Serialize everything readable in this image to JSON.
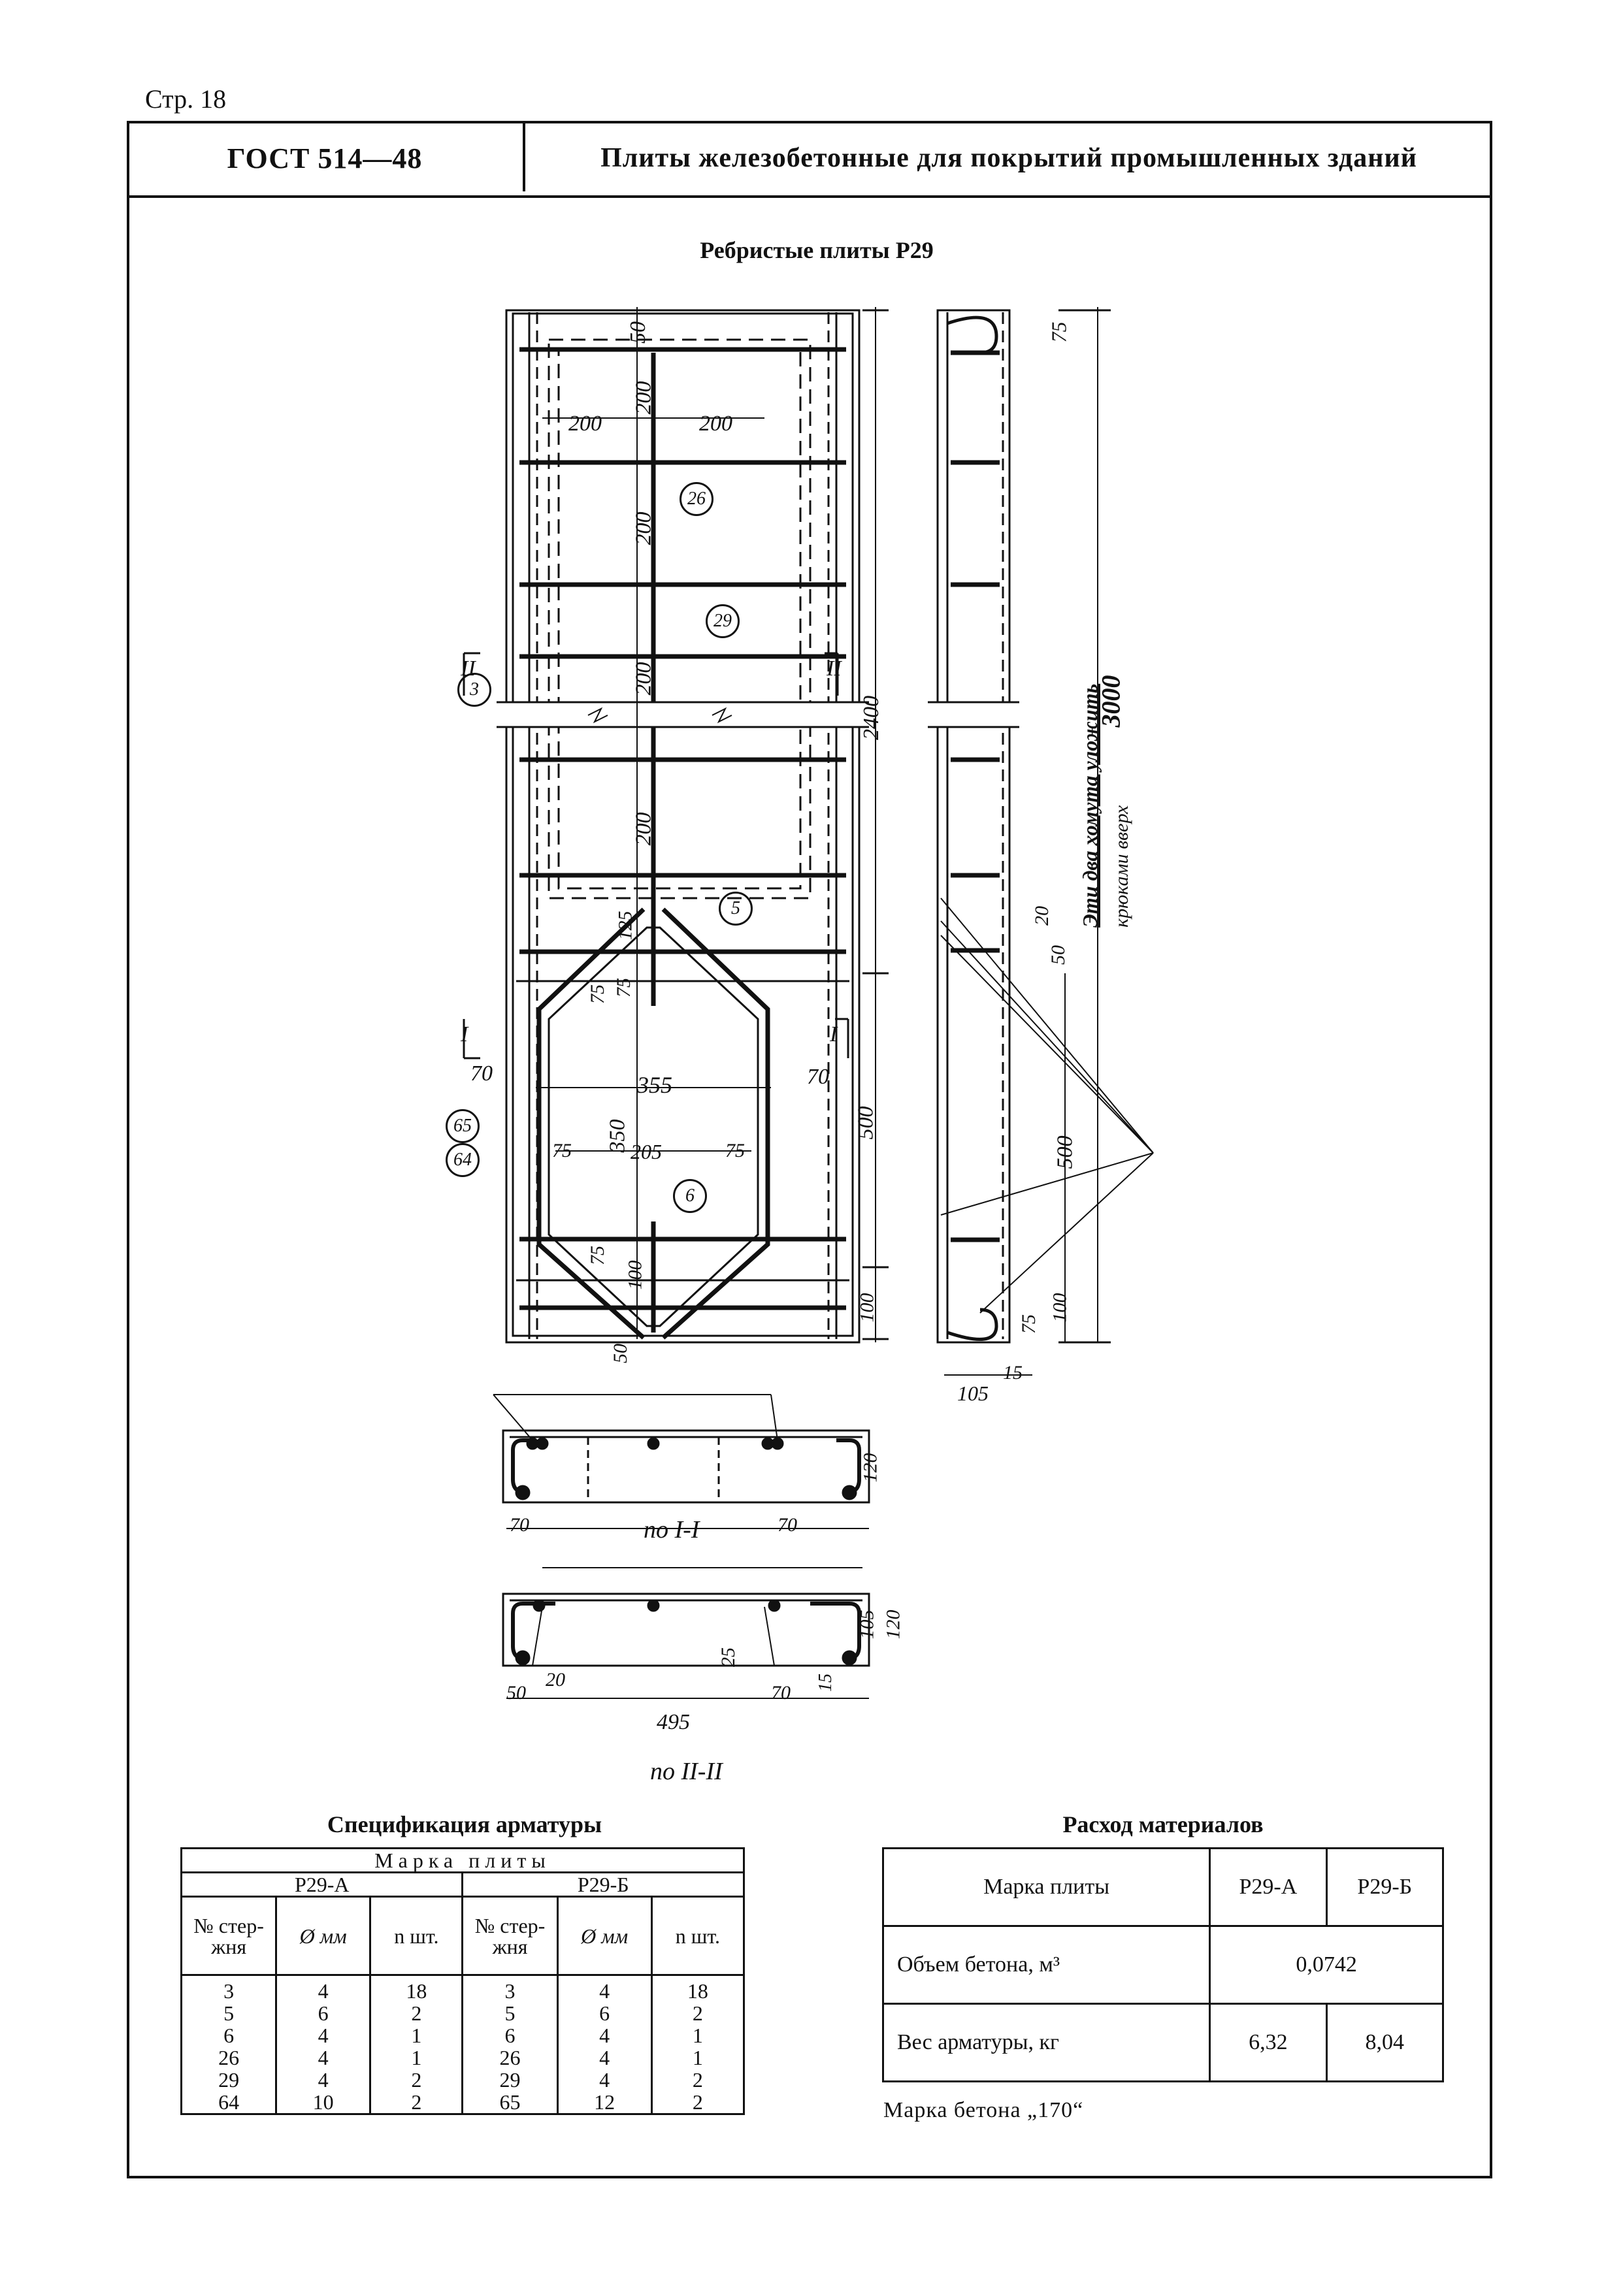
{
  "page": {
    "number": "Стр. 18"
  },
  "header": {
    "gost": "ГОСТ 514—48",
    "title": "Плиты железобетонные для покрытий промышленных зданий"
  },
  "figure": {
    "title": "Ребристые плиты Р29",
    "plan_dims": [
      "50",
      "200",
      "200",
      "200",
      "200",
      "200",
      "200",
      "2400",
      "125",
      "75",
      "75",
      "355",
      "70",
      "70",
      "350",
      "75",
      "205",
      "75",
      "75",
      "100",
      "50",
      "500",
      "100"
    ],
    "side_dims": [
      "75",
      "3000",
      "20",
      "50",
      "500",
      "75",
      "100",
      "105",
      "15"
    ],
    "marks": [
      "26",
      "29",
      "3",
      "5",
      "6",
      "64",
      "65"
    ],
    "section_labels": [
      "I",
      "II"
    ],
    "section1_caption": "по I-I",
    "section2_caption": "по II-II",
    "section1_dims": [
      "70",
      "70",
      "120"
    ],
    "section2_dims": [
      "105",
      "120",
      "25",
      "50",
      "20",
      "70",
      "15",
      "495"
    ],
    "side_note_line1": "Эти два хомута уложить",
    "side_note_line2": "крюками вверх"
  },
  "spec": {
    "title": "Спецификация арматуры",
    "group": "Марка плиты",
    "variants": [
      "Р29-А",
      "Р29-Б"
    ],
    "col_no": "№ стер-жня",
    "col_dia": "Ø мм",
    "col_n": "n шт.",
    "rows_a": [
      [
        "3",
        "4",
        "18"
      ],
      [
        "5",
        "6",
        "2"
      ],
      [
        "6",
        "4",
        "1"
      ],
      [
        "26",
        "4",
        "1"
      ],
      [
        "29",
        "4",
        "2"
      ],
      [
        "64",
        "10",
        "2"
      ]
    ],
    "rows_b": [
      [
        "3",
        "4",
        "18"
      ],
      [
        "5",
        "6",
        "2"
      ],
      [
        "6",
        "4",
        "1"
      ],
      [
        "26",
        "4",
        "1"
      ],
      [
        "29",
        "4",
        "2"
      ],
      [
        "65",
        "12",
        "2"
      ]
    ]
  },
  "materials": {
    "title": "Расход материалов",
    "col_label": "Марка плиты",
    "variants": [
      "Р29-А",
      "Р29-Б"
    ],
    "concrete_label": "Объем бетона, м³",
    "concrete_value": "0,0742",
    "steel_label": "Вес арматуры, кг",
    "steel_a": "6,32",
    "steel_b": "8,04",
    "grade_note": "Марка бетона „170“"
  }
}
